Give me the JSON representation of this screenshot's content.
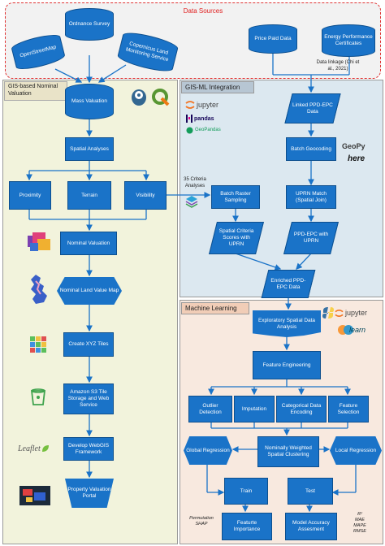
{
  "data_sources": {
    "title": "Data Sources",
    "ordnance_survey": "Ordnance Survey",
    "openstreetmap": "OpenStreetMap",
    "copernicus": "Copernicus Land Monitoring Service",
    "price_paid": "Price Paid Data",
    "epc": "Energy Performance Certificates",
    "linkage": "Data linkage (Chi et al., 2021)"
  },
  "gis_panel": {
    "title": "GIS-based Nominal Valuation",
    "mass_valuation": "Mass Valuation",
    "spatial_analyses": "Spatial Analyses",
    "proximity": "Proximity",
    "terrain": "Terrain",
    "visibility": "Visibility",
    "nominal_valuation": "Nominal Valuation",
    "nominal_land_value_map": "Nominal Land Value Map",
    "create_xyz_tiles": "Create XYZ Tiles",
    "amazon_s3": "Amazon S3 Tile Storage and Web Service",
    "develop_webgis": "Develop WebGIS Framework",
    "property_portal": "Property Valuation Portal",
    "leaflet_label": "Leaflet"
  },
  "gisml_panel": {
    "title": "GIS-ML Integration",
    "linked": "Linked PPD-EPC Data",
    "batch_geocoding": "Batch Geocoding",
    "criteria": "35 Criteria Analyses",
    "batch_raster": "Batch Raster Sampling",
    "uprn_match": "UPRN Match (Spatial Join)",
    "spatial_scores": "Spatial Criteria Scores with UPRN",
    "ppd_epc_uprn": "PPD-EPC with UPRN",
    "enriched": "Enriched PPD-EPC Data",
    "jupyter": "jupyter",
    "pandas": "pandas",
    "geopandas": "GeoPandas",
    "geopy": "GeoPy",
    "here": "here"
  },
  "ml_panel": {
    "title": "Machine Learning",
    "eda": "Exploratory Spatial Data Analysis",
    "feature_engineering": "Feature Engineering",
    "outlier": "Outlier Detection",
    "imputation": "Imputation",
    "categorical": "Categorical Data Encoding",
    "feature_selection": "Feature Selection",
    "global_regression": "Global Regression",
    "nominal_clustering": "Nominally Weighted Spatial Clustering",
    "local_regression": "Local Regression",
    "train": "Train",
    "test": "Test",
    "feature_importance": "Featurte Importance",
    "model_accuracy": "Model Accuracy Assesment",
    "permutation": "Permutation",
    "shap": "SHAP",
    "r2": "R²",
    "mae": "MAE",
    "mape": "MAPE",
    "rmse": "RMSE",
    "jupyter": "jupyter",
    "learn": "learn"
  },
  "colors": {
    "box_blue": "#1a73c8",
    "data_sources_border": "#e03030",
    "gis_bg": "#f2f3dc",
    "gisml_bg": "#dce8f0",
    "ml_bg": "#f8e9df"
  }
}
